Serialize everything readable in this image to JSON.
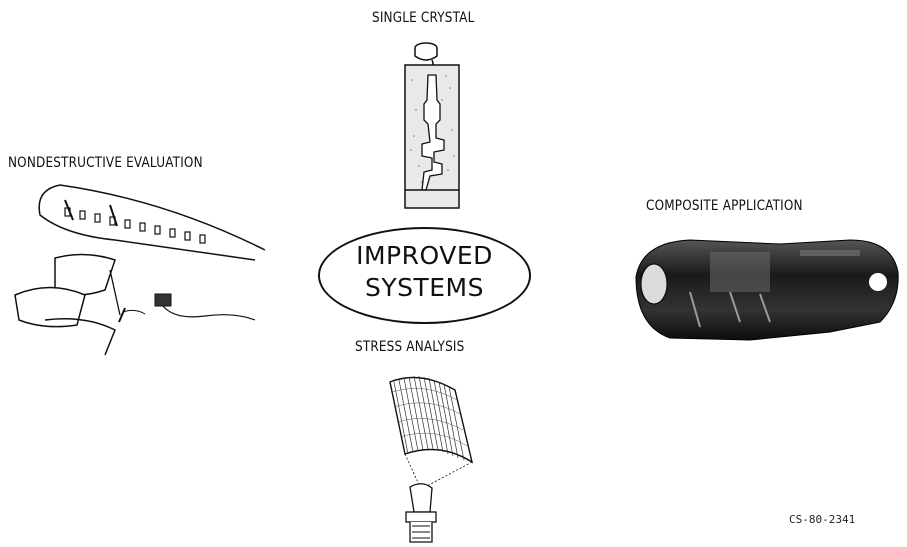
{
  "labels": {
    "single_crystal": "SINGLE CRYSTAL",
    "nondestructive_evaluation": "NONDESTRUCTIVE EVALUATION",
    "composite_application": "COMPOSITE APPLICATION",
    "stress_analysis": "STRESS ANALYSIS"
  },
  "center": {
    "line1": "IMPROVED",
    "line2": "SYSTEMS"
  },
  "figure_code": "CS-80-2341"
}
